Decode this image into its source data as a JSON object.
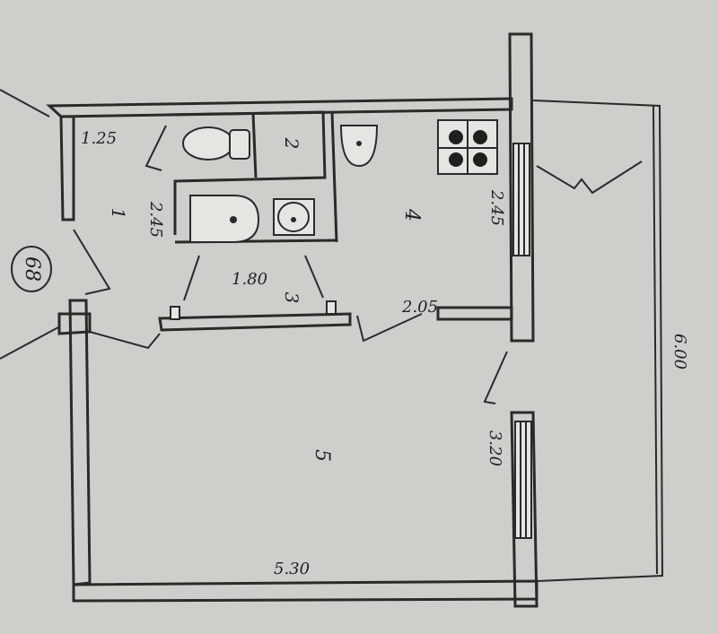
{
  "plan": {
    "apartment_number": "68",
    "rooms": [
      {
        "id": "1",
        "label": "1"
      },
      {
        "id": "2",
        "label": "2"
      },
      {
        "id": "3",
        "label": "3"
      },
      {
        "id": "4",
        "label": "4"
      },
      {
        "id": "5",
        "label": "5"
      }
    ],
    "dimensions": {
      "hall_width": "1.25",
      "hall_length": "2.45",
      "corridor_width": "1.80",
      "kitchen_width": "2.45",
      "kitchen_opening": "2.05",
      "balcony_length": "6.00",
      "window_width": "3.20",
      "room_length": "5.30"
    }
  }
}
